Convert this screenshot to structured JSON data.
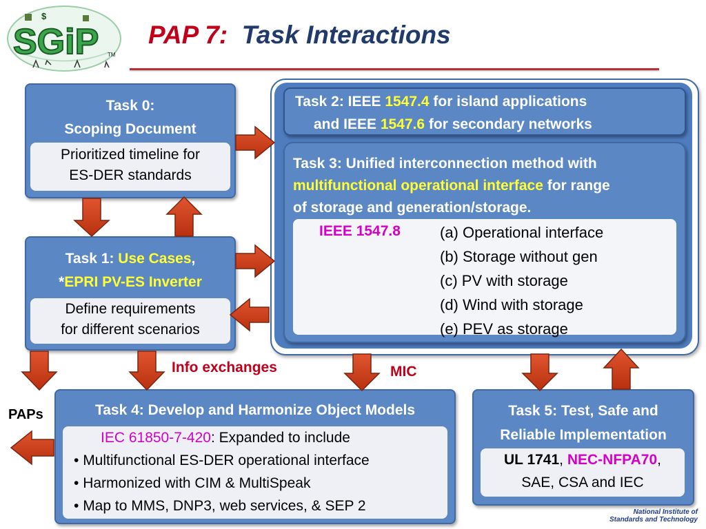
{
  "header": {
    "logo_text": "SGiP",
    "logo_tm": "TM",
    "logo_dollar": "$",
    "title_prefix": "PAP 7:",
    "title_main": "Task Interactions"
  },
  "task0": {
    "line1": "Task 0:",
    "line2": "Scoping Document",
    "detail1": "Prioritized timeline for",
    "detail2": "ES-DER standards"
  },
  "task1": {
    "line1_prefix": "Task 1: ",
    "line1_highlight": "Use Cases",
    "line1_suffix": ",",
    "line2_prefix": "*",
    "line2_highlight": "EPRI PV-ES Inverter",
    "detail1": "Define requirements",
    "detail2": "for different scenarios"
  },
  "task2": {
    "l1a": "Task 2: IEEE ",
    "l1b": "1547.4",
    "l1c": " for island applications",
    "l2a": "and  IEEE ",
    "l2b": "1547.6",
    "l2c": " for secondary networks"
  },
  "task3": {
    "l1": "Task 3:  Unified interconnection method with",
    "l2a": "multifunctional operational interface",
    "l2b": " for range",
    "l3": "of storage and generation/storage.",
    "standard": "IEEE 1547.8",
    "items": [
      "(a)  Operational interface",
      "(b)  Storage without gen",
      "(c)  PV with storage",
      "(d)  Wind with storage",
      "(e)  PEV as storage"
    ]
  },
  "task4": {
    "head": "Task 4: Develop and Harmonize Object Models",
    "standard": "IEC 61850-7-420",
    "standard_suffix": ":  Expanded to include",
    "bullets": [
      "Multifunctional ES-DER operational interface",
      "Harmonized with CIM & MultiSpeak",
      "Map to MMS, DNP3, web services, & SEP 2"
    ]
  },
  "task5": {
    "l1": "Task 5:  Test, Safe and",
    "l2": "Reliable Implementation",
    "d1a": "UL 1741",
    "d1b": ", ",
    "d1c": "NEC-NFPA70",
    "d1d": ",",
    "d2": "SAE, CSA and IEC"
  },
  "labels": {
    "info_exchanges": "Info exchanges",
    "mic": "MIC",
    "paps": "PAPs"
  },
  "footer": {
    "nist_line1": "National Institute of",
    "nist_line2": "Standards and Technology"
  },
  "colors": {
    "box_blue": "#5b87c4",
    "arrow_red": "#d2401e",
    "highlight_yellow": "#ffff33",
    "highlight_magenta": "#d400c8",
    "title_red": "#c0001a",
    "title_blue": "#1f3a6b"
  }
}
